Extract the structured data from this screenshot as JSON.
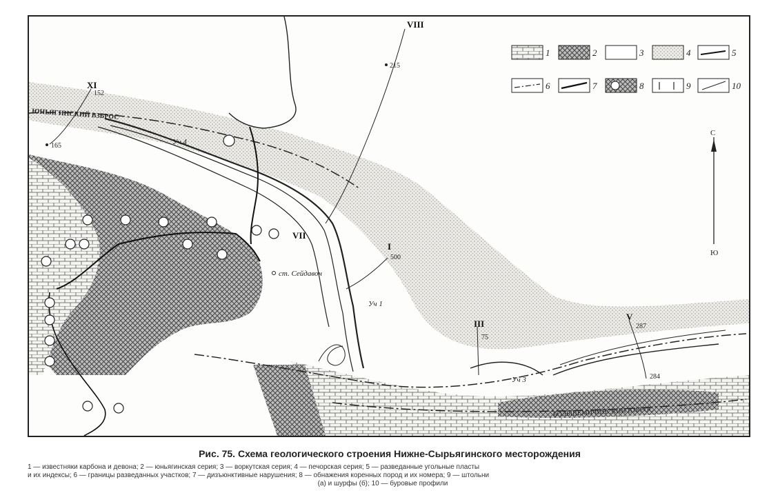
{
  "map": {
    "roman_markers": {
      "r_viii": "VIII",
      "r_xi": "XI",
      "r_vii": "VII",
      "r_i": "I",
      "r_iii": "III",
      "r_v": "V"
    },
    "place_labels": {
      "yunyaginsky": "ЮНЬЯГИНСКИЙ ВЗБРОС",
      "bolshemichinsky": "БОЛЬШЕМИЧИНСКИЙ ВЗБРОС",
      "station": "ст. Сейдавон",
      "uch1": "Уч 1",
      "uch3": "Уч 3",
      "uch4": "Уч 4"
    },
    "borehole_labels": {
      "b215": "215",
      "b152": "152",
      "b165": "165",
      "b500": "500",
      "b287": "287",
      "b75": "75",
      "b284": "284"
    },
    "legend_numbers": [
      "1",
      "2",
      "3",
      "4",
      "5",
      "6",
      "7",
      "8",
      "9",
      "10"
    ],
    "compass": {
      "north": "С",
      "south": "Ю"
    }
  },
  "caption": "Рис. 75. Схема геологического строения Нижне-Сырьягинского месторождения",
  "legend_lines": [
    "1 — известняки карбона и девона; 2 — юньягинская серия; 3 — воркутская серия; 4 — печорская серия; 5 — разведанные угольные пласты",
    "и их индексы; 6 — границы разведанных участков; 7 — дизъюнктивные нарушения; 8 — обнажения коренных пород и их номера; 9 — штольни",
    "(а) и шурфы (б); 10 — буровые профили"
  ],
  "colors": {
    "ink": "#222222",
    "hatch": "#555555",
    "dots": "#9a9a9a",
    "paper": "#fdfdfb"
  }
}
